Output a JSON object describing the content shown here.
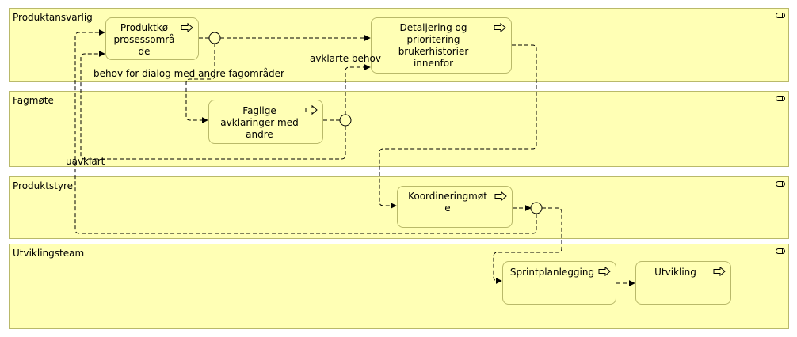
{
  "lanes": [
    {
      "id": "produktansvarlig",
      "title": "Produktansvarlig"
    },
    {
      "id": "fagmote",
      "title": "Fagmøte"
    },
    {
      "id": "produktstyre",
      "title": "Produktstyre"
    },
    {
      "id": "utviklingsteam",
      "title": "Utviklingsteam"
    }
  ],
  "nodes": {
    "produktko": "Produktkø\nprosessområ\nde",
    "detaljering": "Detaljering og\nprioritering\nbrukerhistorier\ninnenfor",
    "faglige": "Faglige\navklaringer med\nandre",
    "koordinering": "Koordineringmøt\ne",
    "sprintplanlegging": "Sprintplanlegging",
    "utvikling": "Utvikling"
  },
  "edge_labels": {
    "behov": "behov for dialog med andre fagområder",
    "avklarte": "avklarte behov",
    "uavklart": "uavklart"
  },
  "icons": {
    "lane": "lane-toggle-icon",
    "process": "process-arrow-icon"
  }
}
